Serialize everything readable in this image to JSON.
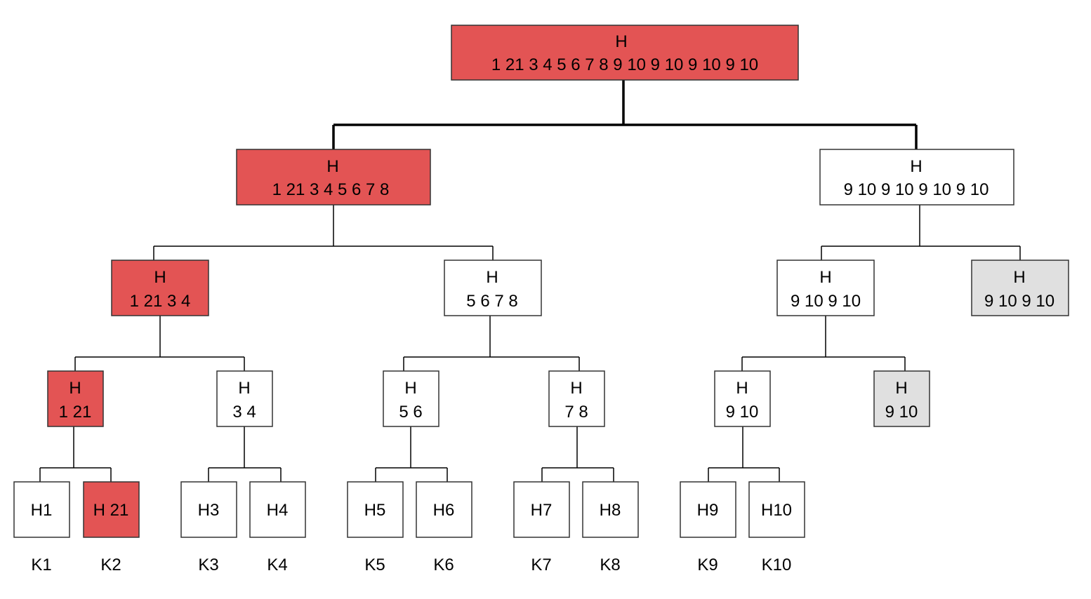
{
  "colors": {
    "highlight": "#e35454",
    "faded": "#e0e0e0",
    "normal": "#ffffff"
  },
  "nodes": {
    "root": {
      "title": "H",
      "values": "1 21 3 4 5 6 7 8 9 10 9 10 9 10 9 10",
      "state": "highlight"
    },
    "l1_left": {
      "title": "H",
      "values": "1 21 3 4 5 6 7 8",
      "state": "highlight"
    },
    "l1_right": {
      "title": "H",
      "values": "9 10 9 10 9 10 9 10",
      "state": "normal"
    },
    "l2_a": {
      "title": "H",
      "values": "1 21 3 4",
      "state": "highlight"
    },
    "l2_b": {
      "title": "H",
      "values": "5 6 7 8",
      "state": "normal"
    },
    "l2_c": {
      "title": "H",
      "values": "9 10 9 10",
      "state": "normal"
    },
    "l2_d": {
      "title": "H",
      "values": "9 10 9 10",
      "state": "faded"
    },
    "l3_a": {
      "title": "H",
      "values": "1 21",
      "state": "highlight"
    },
    "l3_b": {
      "title": "H",
      "values": "3 4",
      "state": "normal"
    },
    "l3_c": {
      "title": "H",
      "values": "5 6",
      "state": "normal"
    },
    "l3_d": {
      "title": "H",
      "values": "7 8",
      "state": "normal"
    },
    "l3_e": {
      "title": "H",
      "values": "9 10",
      "state": "normal"
    },
    "l3_f": {
      "title": "H",
      "values": "9 10",
      "state": "faded"
    }
  },
  "leaves": [
    {
      "label": "H1",
      "key": "K1",
      "state": "normal"
    },
    {
      "label": "H 21",
      "key": "K2",
      "state": "highlight"
    },
    {
      "label": "H3",
      "key": "K3",
      "state": "normal"
    },
    {
      "label": "H4",
      "key": "K4",
      "state": "normal"
    },
    {
      "label": "H5",
      "key": "K5",
      "state": "normal"
    },
    {
      "label": "H6",
      "key": "K6",
      "state": "normal"
    },
    {
      "label": "H7",
      "key": "K7",
      "state": "normal"
    },
    {
      "label": "H8",
      "key": "K8",
      "state": "normal"
    },
    {
      "label": "H9",
      "key": "K9",
      "state": "normal"
    },
    {
      "label": "H10",
      "key": "K10",
      "state": "normal"
    }
  ]
}
